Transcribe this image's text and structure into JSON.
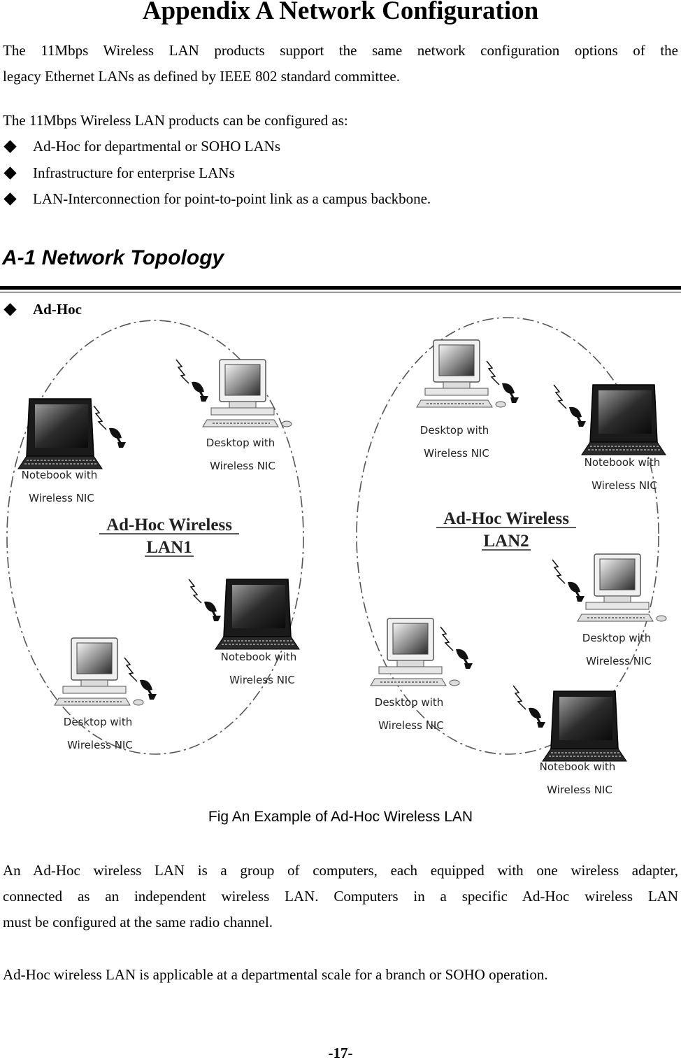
{
  "title": "Appendix A Network Configuration",
  "intro": {
    "line1": "The 11Mbps Wireless LAN products support the same network configuration options of the",
    "line2": "legacy Ethernet LANs as defined by IEEE 802 standard committee."
  },
  "configured_as": "The 11Mbps Wireless LAN products can be configured as:",
  "bullets": [
    "Ad-Hoc for departmental or SOHO LANs",
    "Infrastructure for enterprise LANs",
    "LAN-Interconnection for point-to-point link as a campus backbone."
  ],
  "section_heading": "A-1 Network Topology",
  "subsection": "Ad-Hoc",
  "figure": {
    "lan1": {
      "line1": "Ad-Hoc Wireless",
      "line2": "LAN1"
    },
    "lan2": {
      "line1": "Ad-Hoc Wireless",
      "line2": "LAN2"
    },
    "devices": [
      {
        "line1": "Notebook with",
        "line2": "Wireless NIC"
      },
      {
        "line1": "Desktop with",
        "line2": "Wireless NIC"
      },
      {
        "line1": "Notebook with",
        "line2": "Wireless NIC"
      },
      {
        "line1": "Desktop with",
        "line2": "Wireless NIC"
      },
      {
        "line1": "Desktop with",
        "line2": "Wireless NIC"
      },
      {
        "line1": "Notebook with",
        "line2": "Wireless NIC"
      },
      {
        "line1": "Desktop with",
        "line2": "Wireless NIC"
      },
      {
        "line1": "Desktop with",
        "line2": "Wireless NIC"
      },
      {
        "line1": "Notebook with",
        "line2": "Wireless NIC"
      }
    ],
    "caption": "Fig An Example of Ad-Hoc Wireless LAN"
  },
  "body1": {
    "line1": "An Ad-Hoc wireless LAN is a group of computers, each equipped with one wireless adapter,",
    "line2": "connected as an independent wireless LAN.   Computers in a specific Ad-Hoc wireless LAN",
    "line3": "must be configured at the same radio channel."
  },
  "body2": "Ad-Hoc wireless LAN is applicable at a departmental scale for a branch or SOHO operation.",
  "page_number": "-17-"
}
